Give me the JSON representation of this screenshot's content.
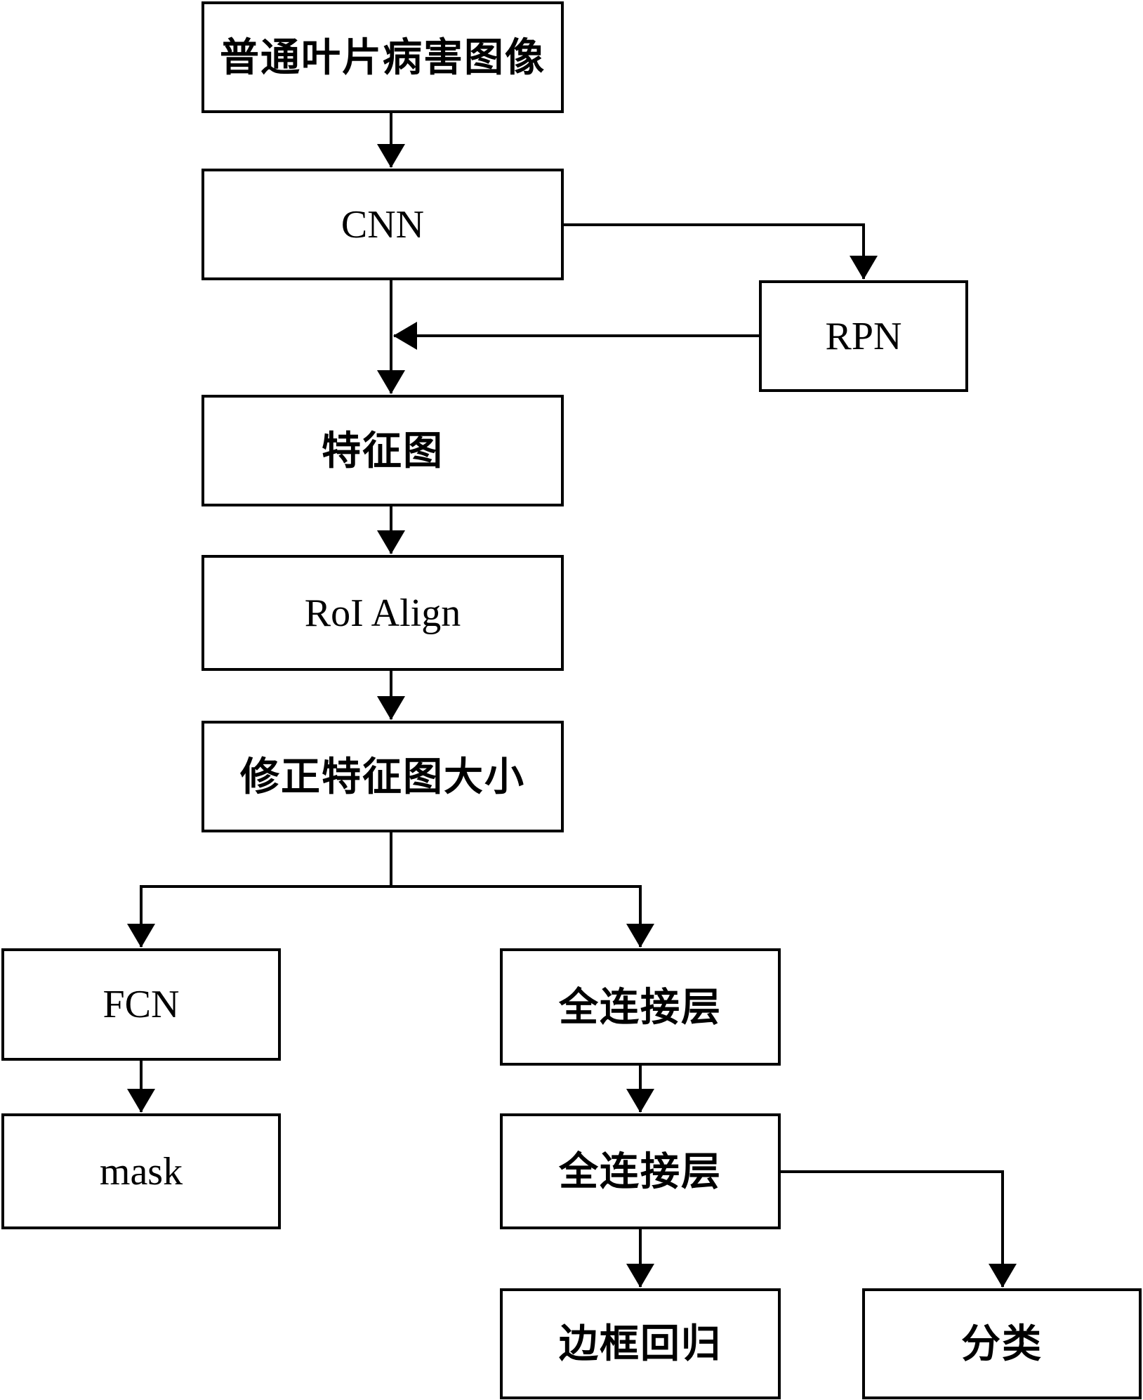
{
  "nodes": {
    "input": "普通叶片病害图像",
    "cnn": "CNN",
    "rpn": "RPN",
    "feature_map": "特征图",
    "roi_align": "RoI Align",
    "resize": "修正特征图大小",
    "fcn": "FCN",
    "mask": "mask",
    "fc1": "全连接层",
    "fc2": "全连接层",
    "bbox_reg": "边框回归",
    "classify": "分类"
  },
  "edges": [
    [
      "input",
      "cnn"
    ],
    [
      "cnn",
      "rpn"
    ],
    [
      "cnn",
      "feature_map"
    ],
    [
      "rpn",
      "feature_map"
    ],
    [
      "feature_map",
      "roi_align"
    ],
    [
      "roi_align",
      "resize"
    ],
    [
      "resize",
      "fcn"
    ],
    [
      "resize",
      "fc1"
    ],
    [
      "fcn",
      "mask"
    ],
    [
      "fc1",
      "fc2"
    ],
    [
      "fc2",
      "bbox_reg"
    ],
    [
      "fc2",
      "classify"
    ]
  ]
}
